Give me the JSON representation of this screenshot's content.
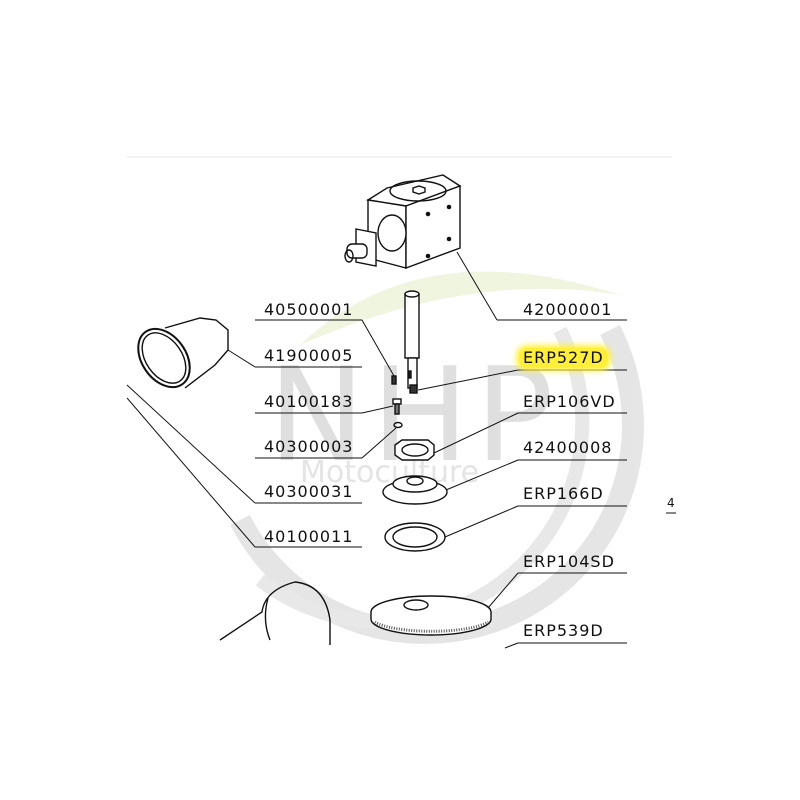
{
  "diagram": {
    "type": "exploded-parts-diagram",
    "watermark": {
      "logo_text": "NHP",
      "sub_text": "Motoculture",
      "logo_color": "#d8d8d8",
      "leaf_color": "#eef5dc"
    },
    "highlight_color": "#ffef3a",
    "highlighted_part": "ERP527D",
    "labels_left": [
      {
        "id": "40500001",
        "text": "40500001"
      },
      {
        "id": "41900005",
        "text": "41900005"
      },
      {
        "id": "40100183",
        "text": "40100183"
      },
      {
        "id": "40300003",
        "text": "40300003"
      },
      {
        "id": "40300031",
        "text": "40300031"
      },
      {
        "id": "40100011",
        "text": "40100011"
      }
    ],
    "labels_right": [
      {
        "id": "42000001",
        "text": "42000001"
      },
      {
        "id": "ERP527D",
        "text": "ERP527D"
      },
      {
        "id": "ERP106VD",
        "text": "ERP106VD"
      },
      {
        "id": "42400008",
        "text": "42400008"
      },
      {
        "id": "ERP166D",
        "text": "ERP166D"
      },
      {
        "id": "ERP104SD",
        "text": "ERP104SD"
      },
      {
        "id": "ERP539D",
        "text": "ERP539D"
      }
    ],
    "edge_fragment": "4"
  }
}
